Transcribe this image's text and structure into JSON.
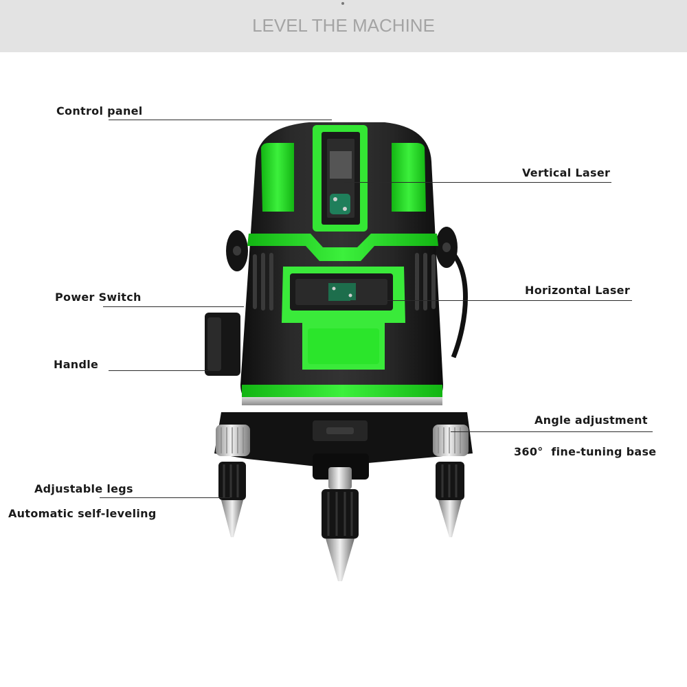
{
  "banner": {
    "title": "LEVEL THE MACHINE"
  },
  "labels": {
    "control_panel": "Control panel",
    "vertical_laser": "Vertical Laser",
    "power_switch": "Power Switch",
    "horizontal_laser": "Horizontal Laser",
    "handle": "Handle",
    "angle_adjustment": "Angle adjustment",
    "fine_tuning_base": "360°  fine-tuning base",
    "adjustable_legs": "Adjustable legs",
    "self_leveling": "Automatic self-leveling"
  },
  "colors": {
    "accent_green": "#2ee82e",
    "body_dark": "#1c1c1c",
    "banner_bg": "#e3e3e3",
    "banner_text": "#a4a4a4"
  }
}
